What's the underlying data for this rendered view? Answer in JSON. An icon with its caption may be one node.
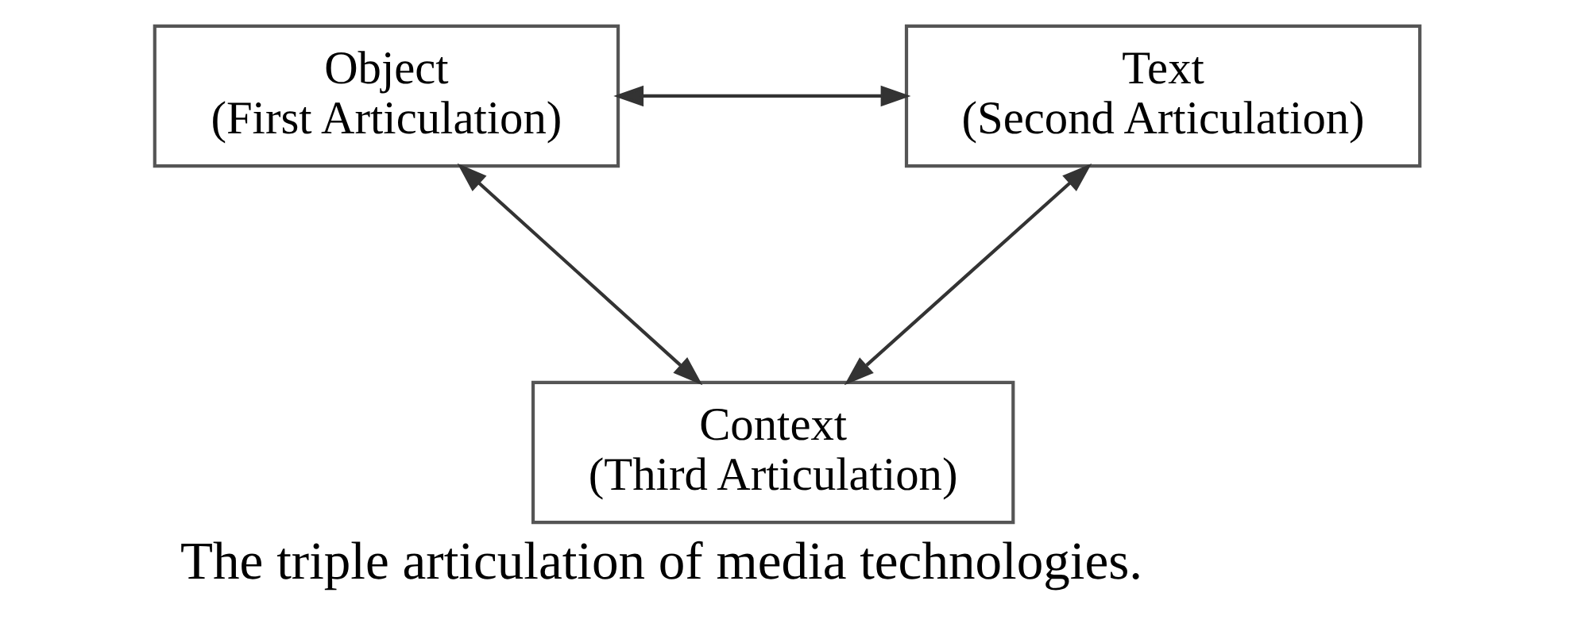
{
  "diagram": {
    "caption": "The triple articulation of media technologies.",
    "nodes": [
      {
        "text": [
          "Object",
          "(First Articulation)"
        ]
      },
      {
        "text": [
          "Text",
          "(Second Articulation)"
        ]
      },
      {
        "text": [
          "Context",
          "(Third Articulation)"
        ]
      }
    ],
    "edges": [
      {
        "from": 0,
        "to": 1,
        "arrow": "both"
      },
      {
        "from": 0,
        "to": 2,
        "arrow": "both"
      },
      {
        "from": 1,
        "to": 2,
        "arrow": "both"
      }
    ]
  }
}
